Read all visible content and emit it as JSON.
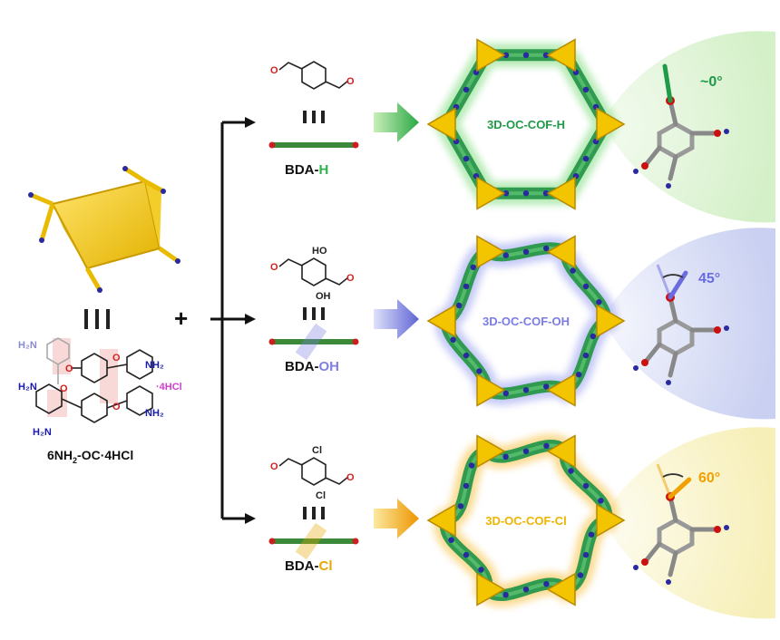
{
  "monomer": {
    "amine_label": "NH",
    "amine_subscript": "2",
    "label_prefix": "6",
    "label_suffix": "-OC·4HCl",
    "salt": "·4HCl"
  },
  "plus": "+",
  "linkers": [
    {
      "prefix": "BDA-",
      "suffix": "H",
      "suffix_color": "#2db34a",
      "substituent": ""
    },
    {
      "prefix": "BDA-",
      "suffix": "OH",
      "suffix_color": "#8080e0",
      "substituent": "HO",
      "substituent2": "OH"
    },
    {
      "prefix": "BDA-",
      "suffix": "Cl",
      "suffix_color": "#e6a800",
      "substituent": "Cl",
      "substituent2": "Cl"
    }
  ],
  "frameworks": [
    {
      "name": "3D-OC-COF-H",
      "color": "#1f9a48",
      "glow": "#7ddc7d",
      "arrow": "#3fb64a"
    },
    {
      "name": "3D-OC-COF-OH",
      "color": "#7b7be6",
      "glow": "#9aa0f0",
      "arrow": "#6f74d8"
    },
    {
      "name": "3D-OC-COF-Cl",
      "color": "#f0b400",
      "glow": "#f8c040",
      "arrow": "#f0a000"
    }
  ],
  "angles": [
    {
      "value": "~0°",
      "color": "#1f9a48",
      "bg": "#dff5d8"
    },
    {
      "value": "45°",
      "color": "#6b6be0",
      "bg": "#dcdff5"
    },
    {
      "value": "60°",
      "color": "#f0a000",
      "bg": "#fbf5cc"
    }
  ],
  "atoms": {
    "amine": "H₂N",
    "amine_r": "NH₂",
    "aldehyde_o": "O"
  }
}
